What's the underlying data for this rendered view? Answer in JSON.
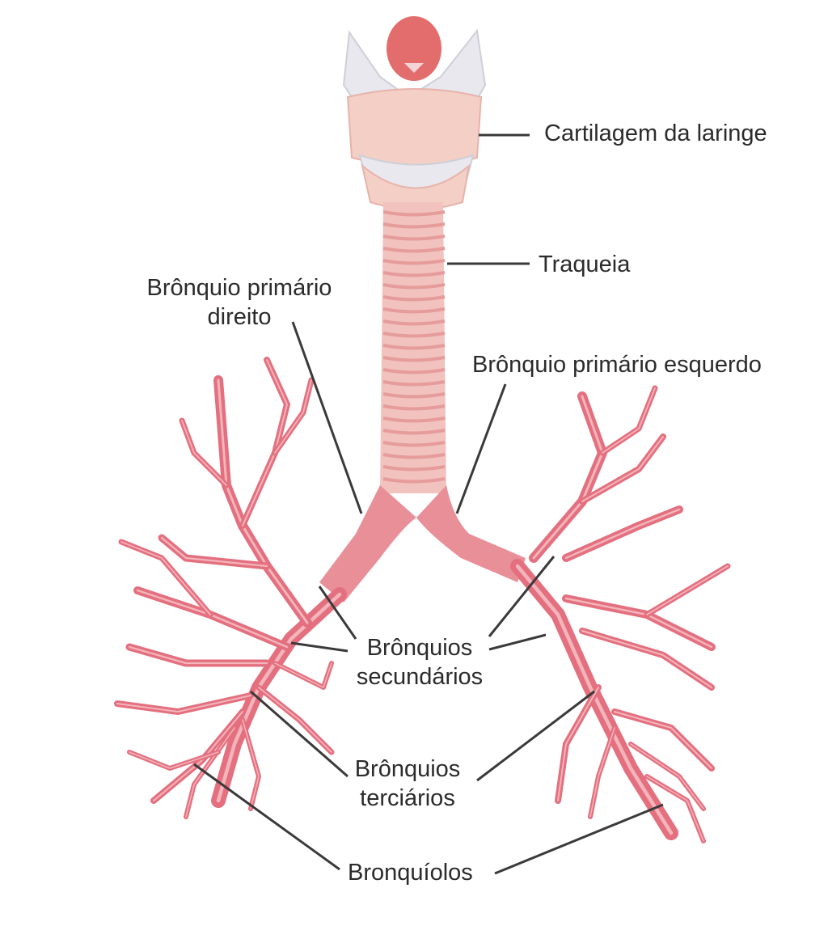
{
  "diagram": {
    "colors": {
      "airway": "#e4707f",
      "airway_dark": "#c9485b",
      "trachea": "#f2c2bf",
      "trachea_ring": "#e59c9a",
      "cartilage": "#f3cfc6",
      "membrane": "#e8e8ee",
      "epiglottis": "#e36d6d",
      "leader_line": "#3a3a3a",
      "label_text": "#2b2b2b"
    },
    "labels": {
      "larynx": "Cartilagem da laringe",
      "trachea": "Traqueia",
      "right_primary": {
        "line1": "Brônquio primário",
        "line2": "direito"
      },
      "left_primary": "Brônquio primário esquerdo",
      "secondary": {
        "line1": "Brônquios",
        "line2": "secundários"
      },
      "tertiary": {
        "line1": "Brônquios",
        "line2": "terciários"
      },
      "bronchioles": "Bronquíolos"
    }
  }
}
